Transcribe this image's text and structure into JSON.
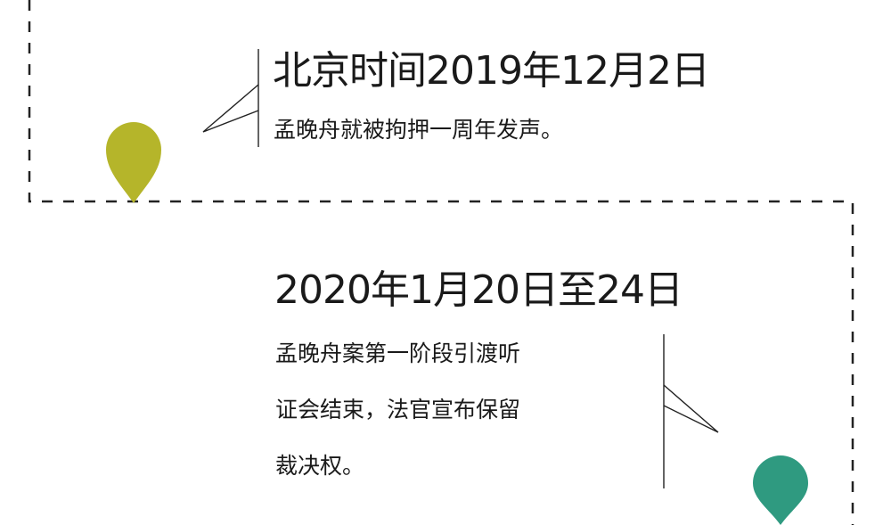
{
  "events": [
    {
      "date": "北京时间2019年12月2日",
      "description_lines": [
        "孟晚舟就被拘押一周年发声。"
      ],
      "pin_color": "#b5b52a"
    },
    {
      "date": "2020年1月20日至24日",
      "description_lines": [
        "孟晚舟案第一阶段引渡听",
        "证会结束，法官宣布保留",
        "裁决权。"
      ],
      "pin_color": "#2f9a80"
    }
  ],
  "colors": {
    "text": "#1a1a1a",
    "path": "#222222",
    "background": "#ffffff"
  }
}
